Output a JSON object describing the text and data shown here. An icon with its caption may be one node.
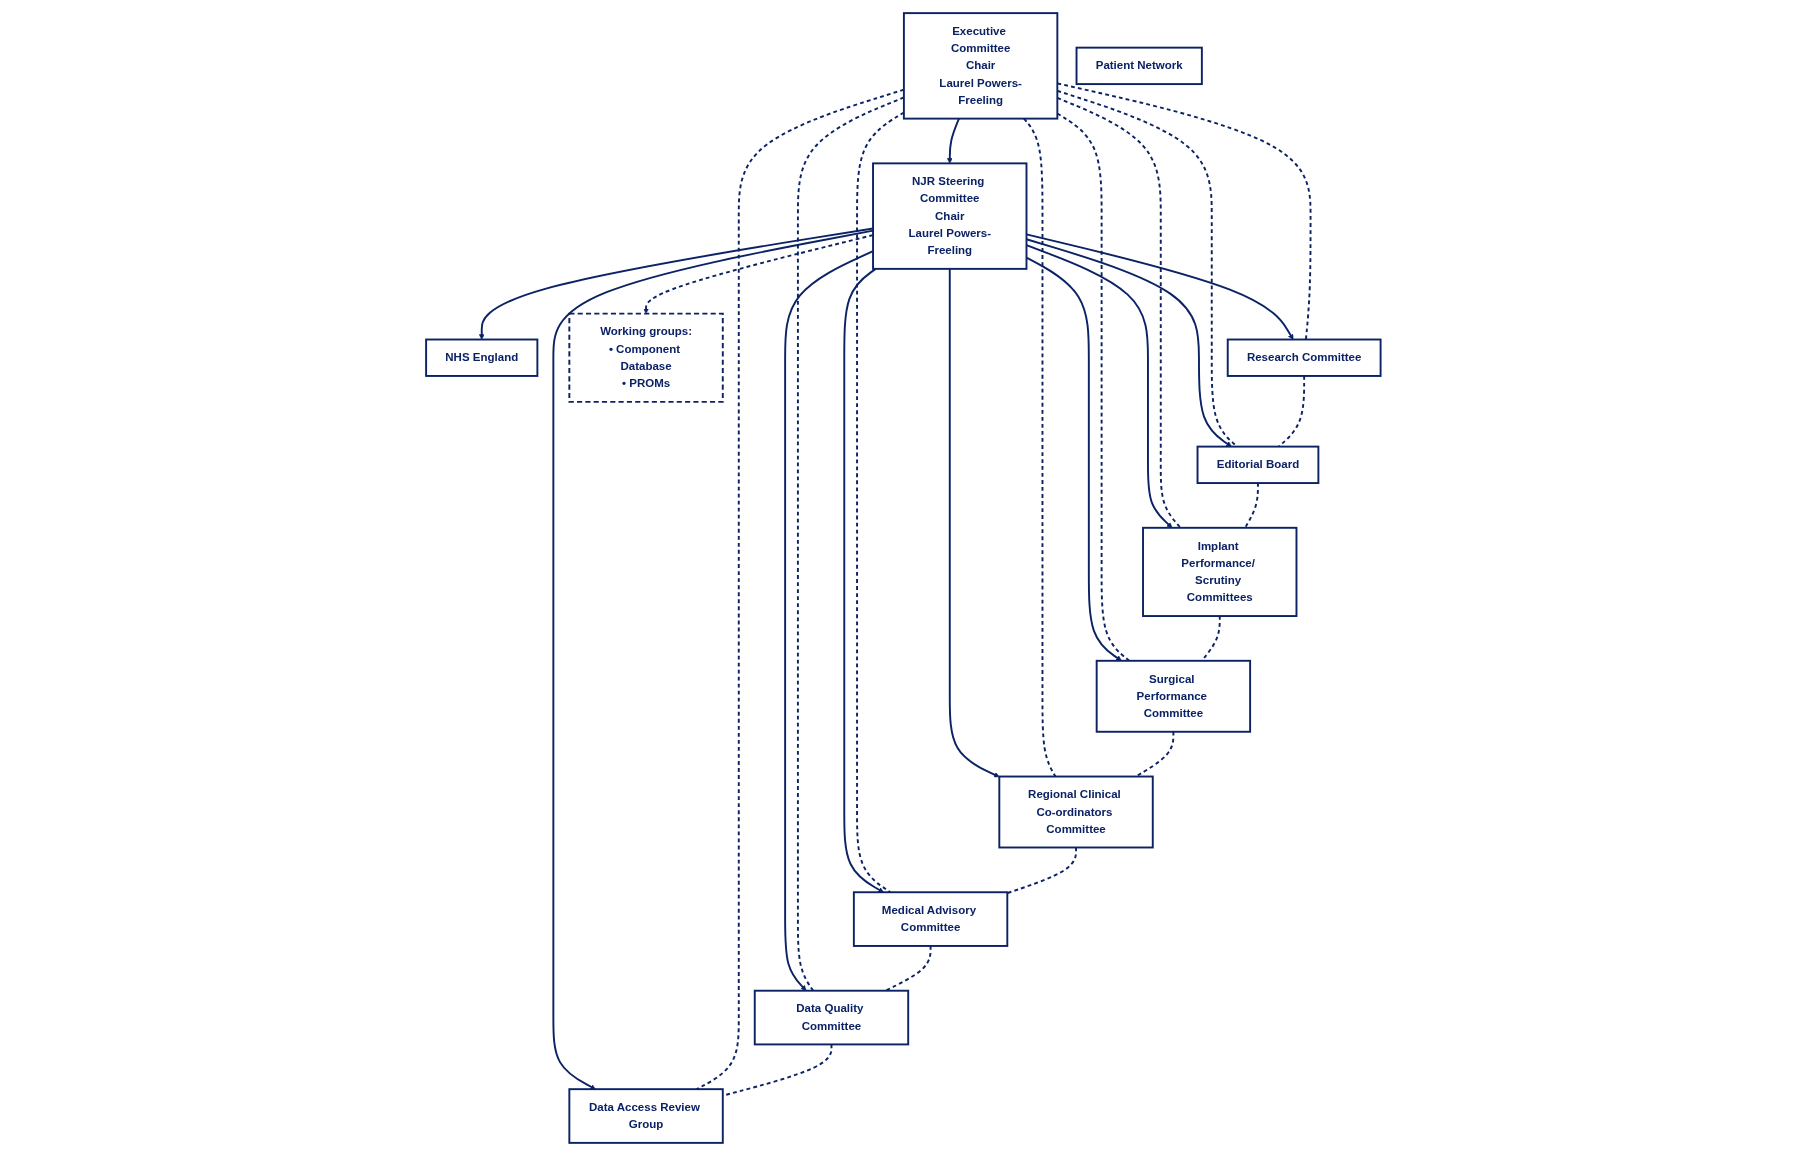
{
  "diagram": {
    "nodes": [
      {
        "text": [
          "NHS England"
        ]
      },
      {
        "text": [
          "Executive Committee",
          "Chair",
          "Laurel Powers-Freeling"
        ]
      },
      {
        "text": [
          "NJR Steering Committee",
          "Chair",
          "Laurel Powers-Freeling"
        ]
      },
      {
        "text": [
          "Research Committee"
        ]
      },
      {
        "text": [
          "Editorial Board"
        ]
      },
      {
        "text": [
          "Implant Performance/ Scrutiny Committees"
        ]
      },
      {
        "text": [
          "Surgical Performance Committee"
        ]
      },
      {
        "text": [
          "Regional Clinical Co-ordinators Committee"
        ]
      },
      {
        "text": [
          "Medical Advisory Committee"
        ]
      },
      {
        "text": [
          "Data Quality Committee"
        ]
      },
      {
        "text": [
          "Data Access Review Group"
        ]
      },
      {
        "text": [
          "Patient Network"
        ]
      },
      {
        "text": [
          "Working groups:",
          "• Component Database",
          "• PROMs"
        ]
      }
    ],
    "edges": [
      {
        "from": 2,
        "to": 0,
        "arrow": "to"
      },
      {
        "from": 1,
        "to": 2,
        "arrow": "to"
      },
      {
        "from": 2,
        "to": 3,
        "arrow": "to"
      },
      {
        "from": 2,
        "to": 4,
        "arrow": "to"
      },
      {
        "from": 2,
        "to": 5,
        "arrow": "to"
      },
      {
        "from": 2,
        "to": 6,
        "arrow": "to"
      },
      {
        "from": 2,
        "to": 7,
        "arrow": "to"
      },
      {
        "from": 2,
        "to": 8,
        "arrow": "to"
      },
      {
        "from": 2,
        "to": 9,
        "arrow": "to"
      },
      {
        "from": 2,
        "to": 10,
        "arrow": "to"
      },
      {
        "from": 1,
        "to": 3,
        "arrow": "none",
        "style": "dashed"
      },
      {
        "from": 1,
        "to": 4,
        "arrow": "none",
        "style": "dashed"
      },
      {
        "from": 1,
        "to": 5,
        "arrow": "none",
        "style": "dashed"
      },
      {
        "from": 1,
        "to": 6,
        "arrow": "none",
        "style": "dashed"
      },
      {
        "from": 1,
        "to": 7,
        "arrow": "none",
        "style": "dashed"
      },
      {
        "from": 1,
        "to": 8,
        "arrow": "none",
        "style": "dashed"
      },
      {
        "from": 1,
        "to": 9,
        "arrow": "none",
        "style": "dashed"
      },
      {
        "from": 1,
        "to": 10,
        "arrow": "none",
        "style": "dashed"
      },
      {
        "from": 2,
        "to": 12,
        "arrow": "to",
        "style": "dashed"
      },
      {
        "from": 3,
        "to": 4,
        "arrow": "none",
        "style": "dashed"
      },
      {
        "from": 4,
        "to": 5,
        "arrow": "none",
        "style": "dashed"
      },
      {
        "from": 5,
        "to": 6,
        "arrow": "none",
        "style": "dashed"
      },
      {
        "from": 6,
        "to": 7,
        "arrow": "none",
        "style": "dashed"
      },
      {
        "from": 7,
        "to": 8,
        "arrow": "none",
        "style": "dashed"
      },
      {
        "from": 8,
        "to": 9,
        "arrow": "none",
        "style": "dashed"
      },
      {
        "from": 9,
        "to": 10,
        "arrow": "none",
        "style": "dashed"
      }
    ]
  }
}
